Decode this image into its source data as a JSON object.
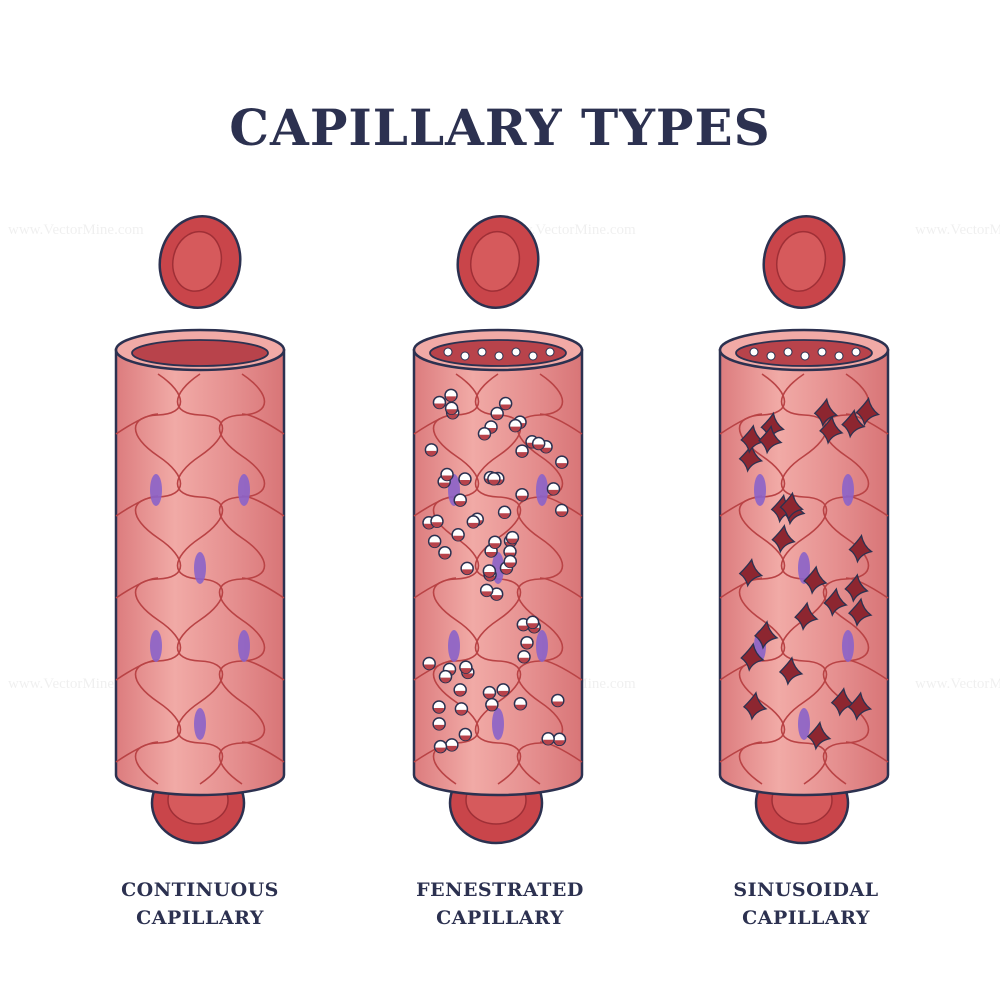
{
  "title": "CAPILLARY TYPES",
  "watermark": "www.VectorMine.com",
  "capillaries": [
    {
      "id": "continuous",
      "line1": "CONTINUOUS",
      "line2": "CAPILLARY"
    },
    {
      "id": "fenestrated",
      "line1": "FENESTRATED",
      "line2": "CAPILLARY"
    },
    {
      "id": "sinusoidal",
      "line1": "SINUSOIDAL",
      "line2": "CAPILLARY"
    }
  ],
  "colors": {
    "tube": "#e58f8f",
    "tube_light": "#f1aaa6",
    "cell_border": "#b94345",
    "outline": "#2c3150",
    "nucleus": "#8b63c9",
    "blood_cell": "#c9454a",
    "blood_cell_center": "#d65a5c",
    "lumen": "#b8434b",
    "title": "#2c3150"
  }
}
